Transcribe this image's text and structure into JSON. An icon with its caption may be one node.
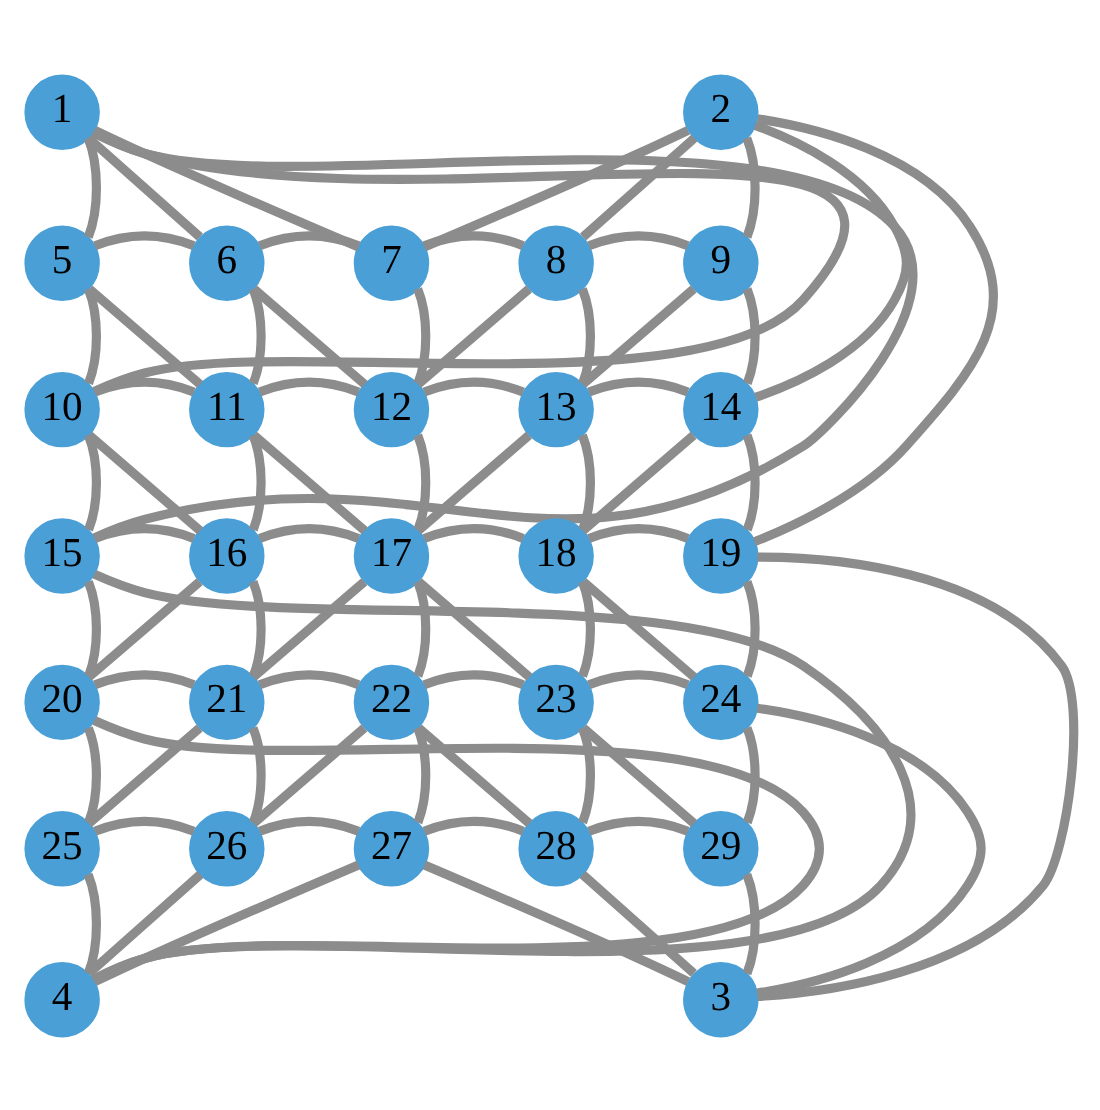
{
  "diagram": {
    "nodes": [
      {
        "text": [
          "1"
        ]
      },
      {
        "text": [
          "2"
        ]
      },
      {
        "text": [
          "3"
        ]
      },
      {
        "text": [
          "4"
        ]
      },
      {
        "text": [
          "5"
        ]
      },
      {
        "text": [
          "6"
        ]
      },
      {
        "text": [
          "7"
        ]
      },
      {
        "text": [
          "8"
        ]
      },
      {
        "text": [
          "9"
        ]
      },
      {
        "text": [
          "10"
        ]
      },
      {
        "text": [
          "11"
        ]
      },
      {
        "text": [
          "12"
        ]
      },
      {
        "text": [
          "13"
        ]
      },
      {
        "text": [
          "14"
        ]
      },
      {
        "text": [
          "15"
        ]
      },
      {
        "text": [
          "16"
        ]
      },
      {
        "text": [
          "17"
        ]
      },
      {
        "text": [
          "18"
        ]
      },
      {
        "text": [
          "19"
        ]
      },
      {
        "text": [
          "20"
        ]
      },
      {
        "text": [
          "21"
        ]
      },
      {
        "text": [
          "22"
        ]
      },
      {
        "text": [
          "23"
        ]
      },
      {
        "text": [
          "24"
        ]
      },
      {
        "text": [
          "25"
        ]
      },
      {
        "text": [
          "26"
        ]
      },
      {
        "text": [
          "27"
        ]
      },
      {
        "text": [
          "28"
        ]
      },
      {
        "text": [
          "29"
        ]
      }
    ],
    "edges": [
      {
        "from": 0,
        "to": 4,
        "arrow": "none"
      },
      {
        "from": 0,
        "to": 5,
        "arrow": "none"
      },
      {
        "from": 0,
        "to": 6,
        "arrow": "none"
      },
      {
        "from": 0,
        "to": 9,
        "arrow": "none"
      },
      {
        "from": 0,
        "to": 14,
        "arrow": "none"
      },
      {
        "from": 1,
        "to": 6,
        "arrow": "none"
      },
      {
        "from": 1,
        "to": 7,
        "arrow": "none"
      },
      {
        "from": 1,
        "to": 8,
        "arrow": "none"
      },
      {
        "from": 1,
        "to": 13,
        "arrow": "none"
      },
      {
        "from": 1,
        "to": 18,
        "arrow": "none"
      },
      {
        "from": 2,
        "to": 18,
        "arrow": "none"
      },
      {
        "from": 2,
        "to": 23,
        "arrow": "none"
      },
      {
        "from": 2,
        "to": 28,
        "arrow": "none"
      },
      {
        "from": 2,
        "to": 27,
        "arrow": "none"
      },
      {
        "from": 2,
        "to": 26,
        "arrow": "none"
      },
      {
        "from": 3,
        "to": 14,
        "arrow": "none"
      },
      {
        "from": 3,
        "to": 19,
        "arrow": "none"
      },
      {
        "from": 3,
        "to": 24,
        "arrow": "none"
      },
      {
        "from": 3,
        "to": 25,
        "arrow": "none"
      },
      {
        "from": 3,
        "to": 26,
        "arrow": "none"
      },
      {
        "from": 4,
        "to": 5,
        "arrow": "none"
      },
      {
        "from": 4,
        "to": 9,
        "arrow": "none"
      },
      {
        "from": 4,
        "to": 10,
        "arrow": "none"
      },
      {
        "from": 5,
        "to": 6,
        "arrow": "none"
      },
      {
        "from": 5,
        "to": 10,
        "arrow": "none"
      },
      {
        "from": 5,
        "to": 11,
        "arrow": "none"
      },
      {
        "from": 6,
        "to": 7,
        "arrow": "none"
      },
      {
        "from": 6,
        "to": 11,
        "arrow": "none"
      },
      {
        "from": 7,
        "to": 8,
        "arrow": "none"
      },
      {
        "from": 7,
        "to": 11,
        "arrow": "none"
      },
      {
        "from": 7,
        "to": 12,
        "arrow": "none"
      },
      {
        "from": 8,
        "to": 12,
        "arrow": "none"
      },
      {
        "from": 8,
        "to": 13,
        "arrow": "none"
      },
      {
        "from": 9,
        "to": 10,
        "arrow": "none"
      },
      {
        "from": 9,
        "to": 14,
        "arrow": "none"
      },
      {
        "from": 9,
        "to": 15,
        "arrow": "none"
      },
      {
        "from": 10,
        "to": 11,
        "arrow": "none"
      },
      {
        "from": 10,
        "to": 15,
        "arrow": "none"
      },
      {
        "from": 10,
        "to": 16,
        "arrow": "none"
      },
      {
        "from": 11,
        "to": 12,
        "arrow": "none"
      },
      {
        "from": 11,
        "to": 16,
        "arrow": "none"
      },
      {
        "from": 12,
        "to": 13,
        "arrow": "none"
      },
      {
        "from": 12,
        "to": 16,
        "arrow": "none"
      },
      {
        "from": 12,
        "to": 17,
        "arrow": "none"
      },
      {
        "from": 13,
        "to": 17,
        "arrow": "none"
      },
      {
        "from": 13,
        "to": 18,
        "arrow": "none"
      },
      {
        "from": 14,
        "to": 15,
        "arrow": "none"
      },
      {
        "from": 14,
        "to": 19,
        "arrow": "none"
      },
      {
        "from": 15,
        "to": 16,
        "arrow": "none"
      },
      {
        "from": 15,
        "to": 19,
        "arrow": "none"
      },
      {
        "from": 15,
        "to": 20,
        "arrow": "none"
      },
      {
        "from": 16,
        "to": 17,
        "arrow": "none"
      },
      {
        "from": 16,
        "to": 20,
        "arrow": "none"
      },
      {
        "from": 16,
        "to": 21,
        "arrow": "none"
      },
      {
        "from": 16,
        "to": 22,
        "arrow": "none"
      },
      {
        "from": 17,
        "to": 18,
        "arrow": "none"
      },
      {
        "from": 17,
        "to": 22,
        "arrow": "none"
      },
      {
        "from": 17,
        "to": 23,
        "arrow": "none"
      },
      {
        "from": 18,
        "to": 23,
        "arrow": "none"
      },
      {
        "from": 19,
        "to": 20,
        "arrow": "none"
      },
      {
        "from": 19,
        "to": 24,
        "arrow": "none"
      },
      {
        "from": 20,
        "to": 21,
        "arrow": "none"
      },
      {
        "from": 20,
        "to": 24,
        "arrow": "none"
      },
      {
        "from": 20,
        "to": 25,
        "arrow": "none"
      },
      {
        "from": 21,
        "to": 22,
        "arrow": "none"
      },
      {
        "from": 21,
        "to": 25,
        "arrow": "none"
      },
      {
        "from": 21,
        "to": 26,
        "arrow": "none"
      },
      {
        "from": 21,
        "to": 27,
        "arrow": "none"
      },
      {
        "from": 22,
        "to": 23,
        "arrow": "none"
      },
      {
        "from": 22,
        "to": 27,
        "arrow": "none"
      },
      {
        "from": 22,
        "to": 28,
        "arrow": "none"
      },
      {
        "from": 23,
        "to": 28,
        "arrow": "none"
      },
      {
        "from": 24,
        "to": 25,
        "arrow": "none"
      },
      {
        "from": 25,
        "to": 26,
        "arrow": "none"
      },
      {
        "from": 26,
        "to": 27,
        "arrow": "none"
      },
      {
        "from": 27,
        "to": 28,
        "arrow": "none"
      }
    ]
  }
}
